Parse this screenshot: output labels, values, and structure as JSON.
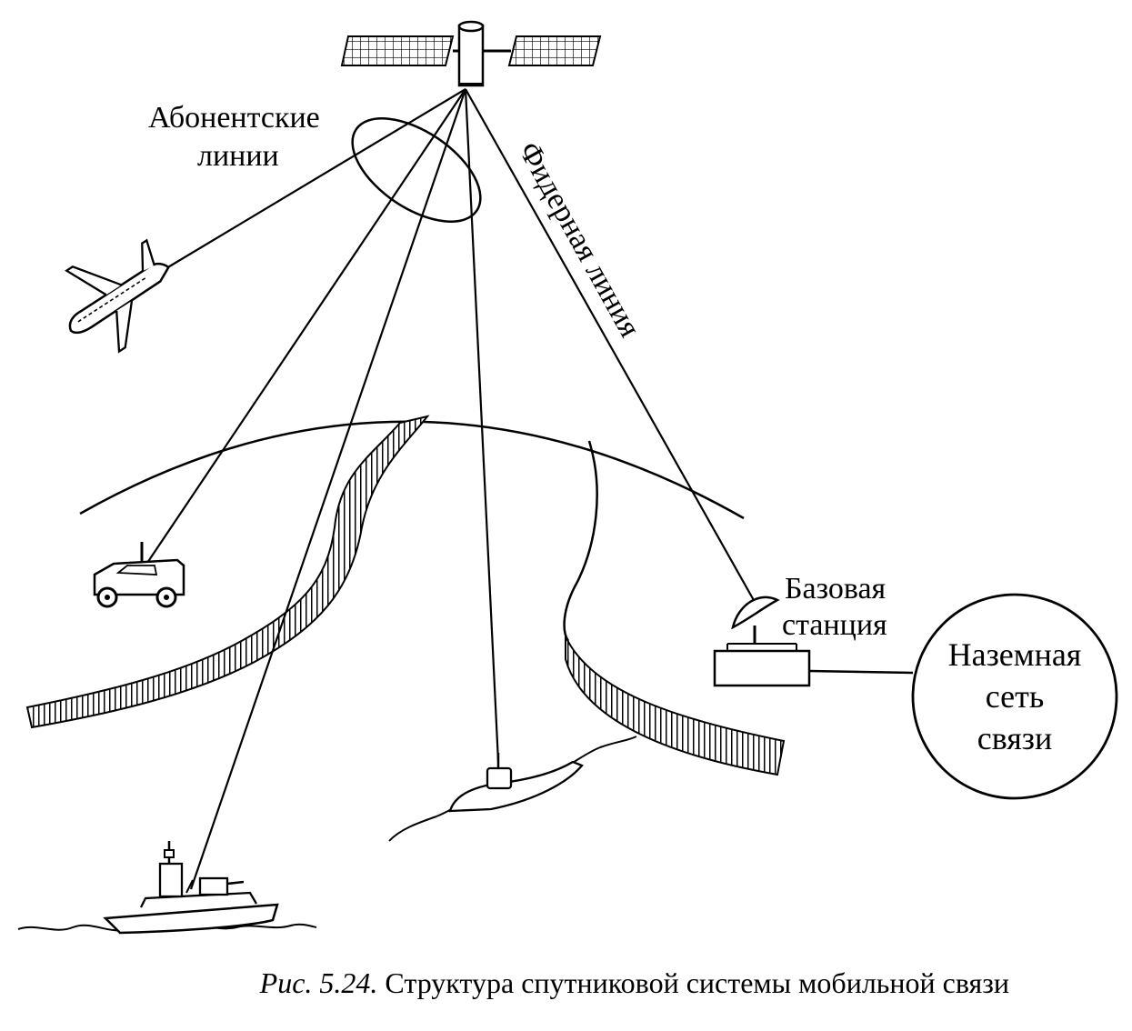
{
  "labels": {
    "subscriber_lines_1": "Абонентские",
    "subscriber_lines_2": "линии",
    "feeder_line": "Фидерная линия",
    "base_station_1": "Базовая",
    "base_station_2": "станция",
    "ground_network_1": "Наземная",
    "ground_network_2": "сеть",
    "ground_network_3": "связи"
  },
  "caption": {
    "number": "Рис. 5.24.",
    "text": " Структура спутниковой системы мобильной связи"
  }
}
